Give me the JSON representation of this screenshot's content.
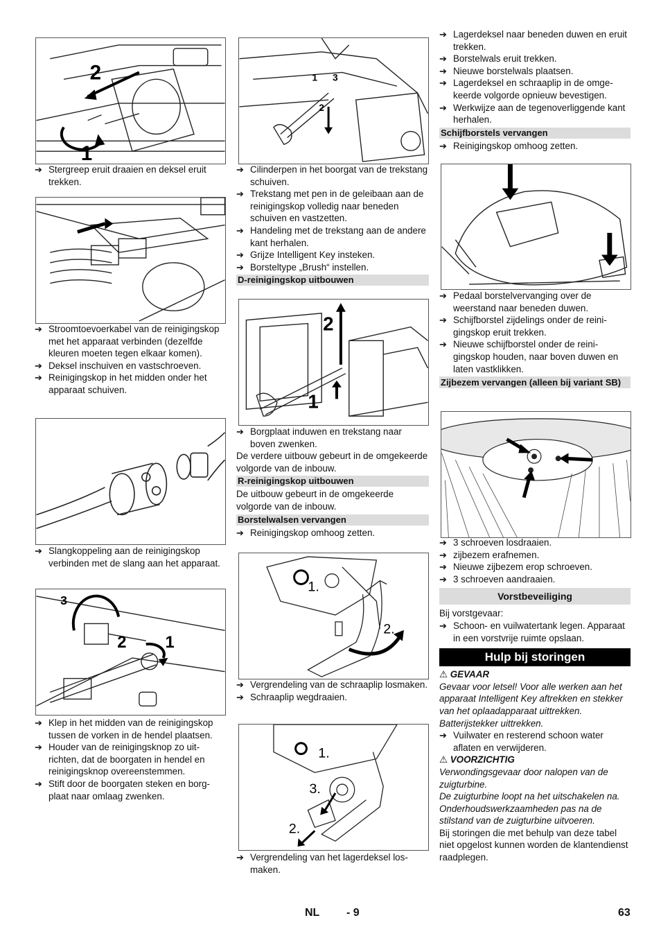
{
  "col1": {
    "b1": [
      "Stergreep eruit draaien en deksel eruit trekken."
    ],
    "b2": [
      "Stroomtoevoerkabel van de reinigings­kop met het apparaat verbinden (de­zelfde kleuren moeten tegen elkaar ko­men).",
      "Deksel inschuiven en vastschroeven.",
      "Reinigingskop in het midden onder het apparaat schuiven."
    ],
    "b3": [
      "Slangkoppeling aan de reinigingskop verbinden met de slang aan het appa­raat."
    ],
    "b4": [
      "Klep in het midden van de reinigingskop tussen de vorken in de hendel plaatsen.",
      "Houder van de reinigingsknop zo uit­richten, dat de boorgaten in hendel en reinigingsknop overeenstemmen.",
      "Stift door de boorgaten steken en borg­plaat naar omlaag zwenken."
    ],
    "fig1_labels": [
      "2",
      "1"
    ],
    "fig4_labels": [
      "3",
      "2",
      "1"
    ]
  },
  "col2": {
    "b1": [
      "Cilinderpen in het boorgat van de trek­stang schuiven.",
      "Trekstang met pen in de geleibaan aan de reinigingskop volledig naar beneden schuiven en vastzetten.",
      "Handeling met de trekstang aan de an­dere kant herhalen.",
      "Grijze Intelligent Key insteken.",
      "Borsteltype „Brush“ instellen."
    ],
    "h1": "D-reinigingskop uitbouwen",
    "b2": [
      "Borgplaat induwen en trekstang naar boven zwenken."
    ],
    "p1": "De verdere uitbouw gebeurt in de omge­keerde volgorde van de inbouw.",
    "h2": "R-reinigingskop uitbouwen",
    "p2": "De uitbouw gebeurt in de omgekeerde volgorde van de inbouw.",
    "h3": "Borstelwalsen vervangen",
    "b3": [
      "Reinigingskop omhoog zetten."
    ],
    "b4": [
      "Vergrendeling van de schraaplip los­maken.",
      "Schraaplip wegdraaien."
    ],
    "b5": [
      "Vergrendeling van het lagerdeksel los­maken."
    ],
    "fig1_labels": [
      "1",
      "3",
      "2"
    ],
    "fig2_labels": [
      "2",
      "1"
    ],
    "fig3_labels": [
      "1.",
      "2."
    ],
    "fig4_labels": [
      "1.",
      "3.",
      "2."
    ]
  },
  "col3": {
    "b1": [
      "Lagerdeksel naar beneden duwen en eruit trekken.",
      "Borstelwals eruit trekken.",
      "Nieuwe borstelwals plaatsen.",
      "Lagerdeksel en schraaplip in de omge­keerde volgorde opnieuw bevestigen.",
      "Werkwijze aan de tegenoverliggende kant herhalen."
    ],
    "h1": "Schijfborstels vervangen",
    "b2": [
      "Reinigingskop omhoog zetten."
    ],
    "b3": [
      "Pedaal borstelvervanging over de weerstand naar beneden duwen.",
      "Schijfborstel zijdelings onder de reini­gingskop eruit trekken.",
      "Nieuwe schijfborstel onder de reini­gingskop houden, naar boven duwen en laten vastklikken."
    ],
    "h2": "Zijbezem vervangen (alleen bij variant SB)",
    "b4": [
      "3 schroeven losdraaien.",
      "zijbezem erafnemen.",
      "Nieuwe zijbezem erop schroeven.",
      "3 schroeven aandraaien."
    ],
    "h3": "Vorstbeveiliging",
    "p1": "Bij vorstgevaar:",
    "b5": [
      "Schoon- en vuilwatertank legen. Apparaat in een vorstvrije ruimte op­slaan."
    ],
    "h4": "Hulp bij storingen",
    "w1": "GEVAAR",
    "w1_text": "Gevaar voor letsel! Voor alle werken aan het apparaat Intelligent Key aftrekken en stekker van het oplaadapparaat uittrekken. Batterijstekker uittrekken.",
    "b6": [
      "Vuilwater en resterend schoon water aflaten en verwijderen."
    ],
    "w2": "VOORZICHTIG",
    "w2_text1": "Verwondingsgevaar door nalopen van de zuigturbine.",
    "w2_text2": "De zuigturbine loopt na het uitschakelen na. Onderhoudswerkzaamheden pas na de stilstand van de zuigturbine uitvoeren.",
    "p2": "Bij storingen die met behulp van deze tabel niet opgelost kunnen worden de klanten­dienst raadplegen."
  },
  "footer": {
    "lang": "NL",
    "page_local": "- 9",
    "page": "63"
  },
  "arrow_glyph": "➔",
  "warning_glyph": "⚠"
}
